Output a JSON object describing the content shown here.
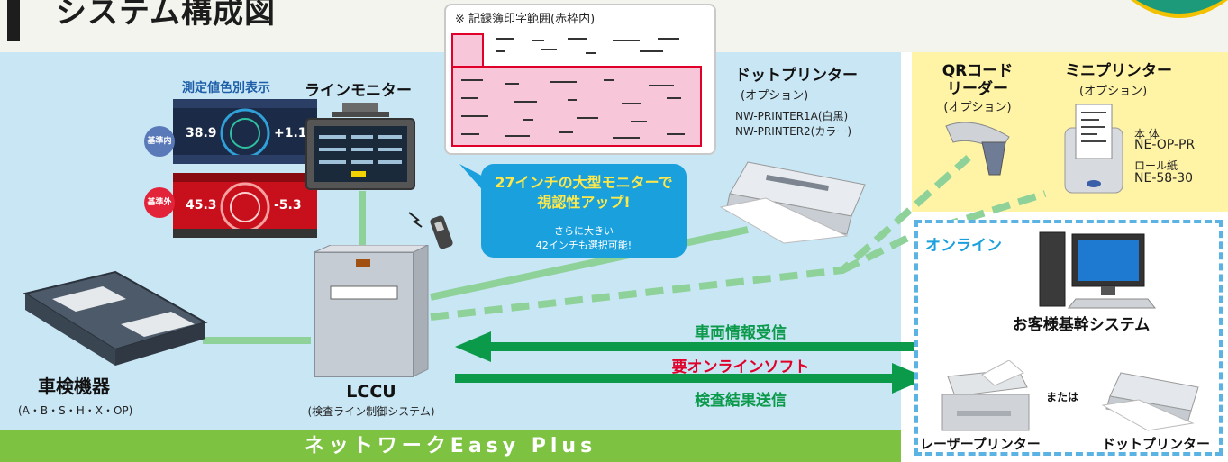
{
  "title": "システム構成図",
  "print_sample": {
    "caption": "※ 記録簿印字範囲(赤枠内)"
  },
  "measure_display": {
    "label": "測定値色別表示",
    "inside": {
      "badge": "基準内",
      "left_value": "38.9",
      "right_value": "+1.1"
    },
    "outside": {
      "badge": "基準外",
      "left_value": "45.3",
      "right_value": "-5.3"
    }
  },
  "line_monitor": {
    "label": "ラインモニター"
  },
  "callout": {
    "line1": "27インチの大型モニターで",
    "line2": "視認性アップ!",
    "line3": "さらに大きい",
    "line4": "42インチも選択可能!"
  },
  "dot_printer": {
    "title": "ドットプリンター",
    "option": "(オプション)",
    "model1": "NW-PRINTER1A(白黒)",
    "model2": "NW-PRINTER2(カラー)"
  },
  "qr_reader": {
    "line1": "QRコード",
    "line2": "リーダー",
    "option": "(オプション)"
  },
  "mini_printer": {
    "title": "ミニプリンター",
    "option": "(オプション)",
    "body_label": "本 体",
    "body_model": "NE-OP-PR",
    "roll_label": "ロール紙",
    "roll_model": "NE-58-30"
  },
  "online": {
    "label": "オンライン",
    "system": "お客様基幹システム",
    "or": "または",
    "laser": "レーザープリンター",
    "dot": "ドットプリンター"
  },
  "inspection": {
    "title": "車検機器",
    "sub": "(A・B・S・H・X・OP)"
  },
  "lccu": {
    "title": "LCCU",
    "sub": "(検査ライン制御システム)"
  },
  "arrows": {
    "receive": "車両情報受信",
    "soft": "要オンラインソフト",
    "send": "検査結果送信"
  },
  "banner": "ネットワークEasy Plus",
  "colors": {
    "sky": "#c9e6f5",
    "green": "#0a9a4a",
    "red": "#e0002a",
    "yellow_panel": "#fff3a6",
    "dashed_blue": "#5ab3e3",
    "accent_blue": "#1aa0dc"
  }
}
